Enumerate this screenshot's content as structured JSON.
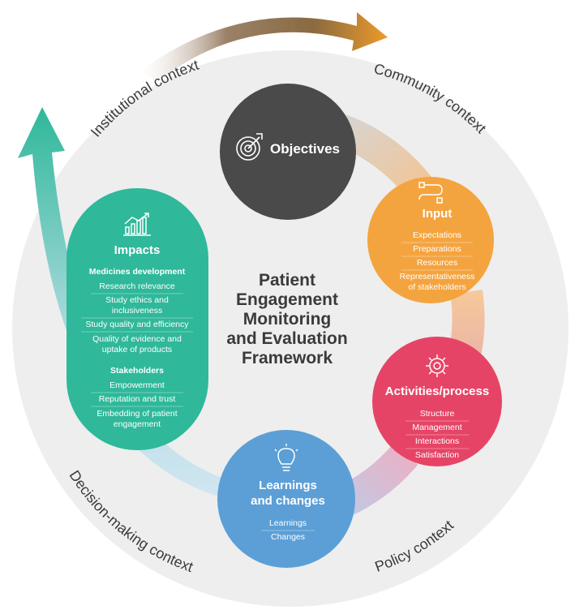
{
  "center_title": [
    "Patient",
    "Engagement",
    "Monitoring",
    "and Evaluation",
    "Framework"
  ],
  "contexts": {
    "institutional": "Institutional context",
    "community": "Community context",
    "policy": "Policy context",
    "decision": "Decision-making context"
  },
  "objectives": {
    "title": "Objectives",
    "icon": "target-icon",
    "color": "#4a4a4a"
  },
  "input": {
    "title": "Input",
    "icon": "workflow-icon",
    "color": "#f4a43f",
    "items": [
      "Expectations",
      "Preparations",
      "Resources",
      "Representativeness",
      "of stakeholders"
    ]
  },
  "activities": {
    "title": "Activities/process",
    "icon": "gear-icon",
    "color": "#e64466",
    "items": [
      "Structure",
      "Management",
      "Interactions",
      "Satisfaction"
    ]
  },
  "learnings": {
    "title": [
      "Learnings",
      "and changes"
    ],
    "icon": "lightbulb-icon",
    "color": "#5b9fd6",
    "items": [
      "Learnings",
      "Changes"
    ]
  },
  "impacts": {
    "title": "Impacts",
    "icon": "growth-chart-icon",
    "color": "#2fb89a",
    "section1": "Medicines development",
    "items1": [
      "Research relevance",
      "Study ethics and",
      "inclusiveness",
      "Study quality and efficiency",
      "Quality of evidence and",
      "uptake of products"
    ],
    "section2": "Stakeholders",
    "items2": [
      "Empowerment",
      "Reputation and trust",
      "Embedding of patient",
      "engagement"
    ]
  },
  "colors": {
    "outer_circle": "#eeeeee",
    "ring_gray": "#d6cfc8",
    "ring_orange": "#f6c89a",
    "ring_pink": "#e7b3c2",
    "ring_blue": "#b6cde6",
    "arrow_dark": "#8a6a40",
    "arrow_orange": "#ec9a2a",
    "arrow_teal": "#2fb89a",
    "arrow_light": "#d2e6f2"
  }
}
